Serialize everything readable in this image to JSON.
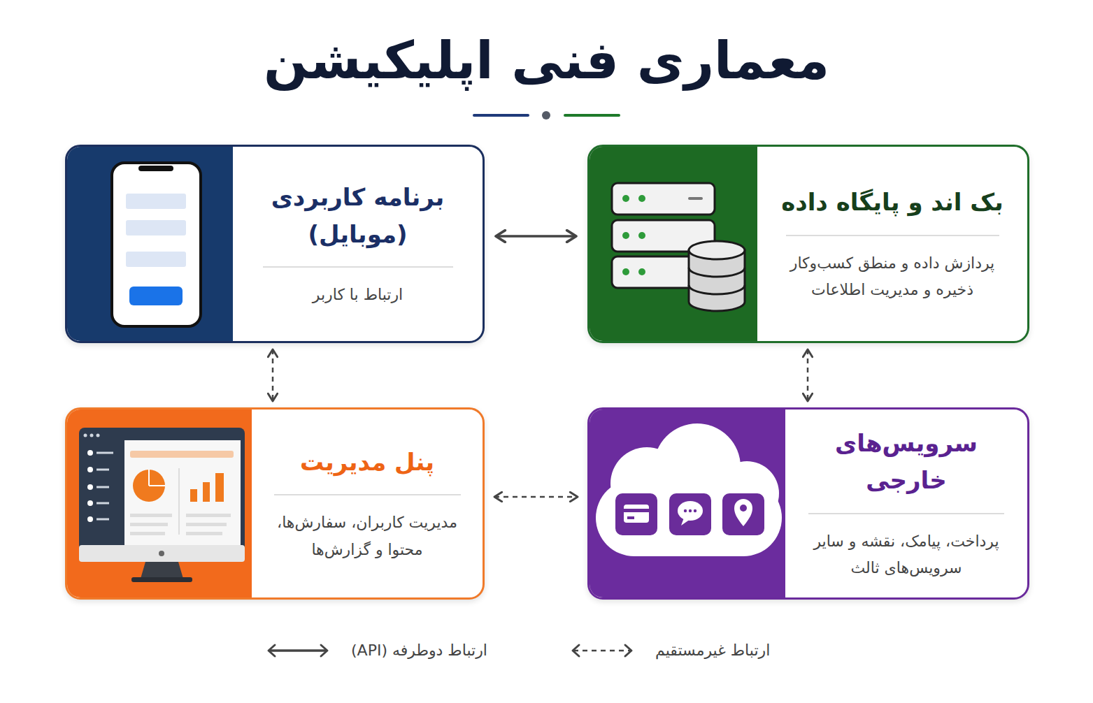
{
  "diagram": {
    "title": "معماری فنی اپلیکیشن",
    "nodes": [
      {
        "text": [
          "بک اند و پایگاه داده",
          "پردازش داده و منطق کسب‌وکار ذخیره و مدیریت اطلاعات"
        ]
      },
      {
        "text": [
          "برنامه کاربردی (موبایل)",
          "ارتباط با کاربر"
        ]
      },
      {
        "text": [
          "سرویس‌های خارجی",
          "پرداخت، پیامک، نقشه و سایر سرویس‌های ثالث"
        ]
      },
      {
        "text": [
          "پنل مدیریت",
          "مدیریت کاربران، سفارش‌ها، محتوا و گزارش‌ها"
        ]
      }
    ],
    "edges": [
      {
        "from": 1,
        "to": 0,
        "arrow": "both"
      },
      {
        "from": 1,
        "to": 3,
        "arrow": "both"
      },
      {
        "from": 0,
        "to": 2,
        "arrow": "both"
      },
      {
        "from": 3,
        "to": 2,
        "arrow": "both"
      }
    ],
    "legend": [
      {
        "text": "ارتباط غیرمستقیم"
      },
      {
        "text": "ارتباط دوطرفه (API)"
      }
    ]
  }
}
